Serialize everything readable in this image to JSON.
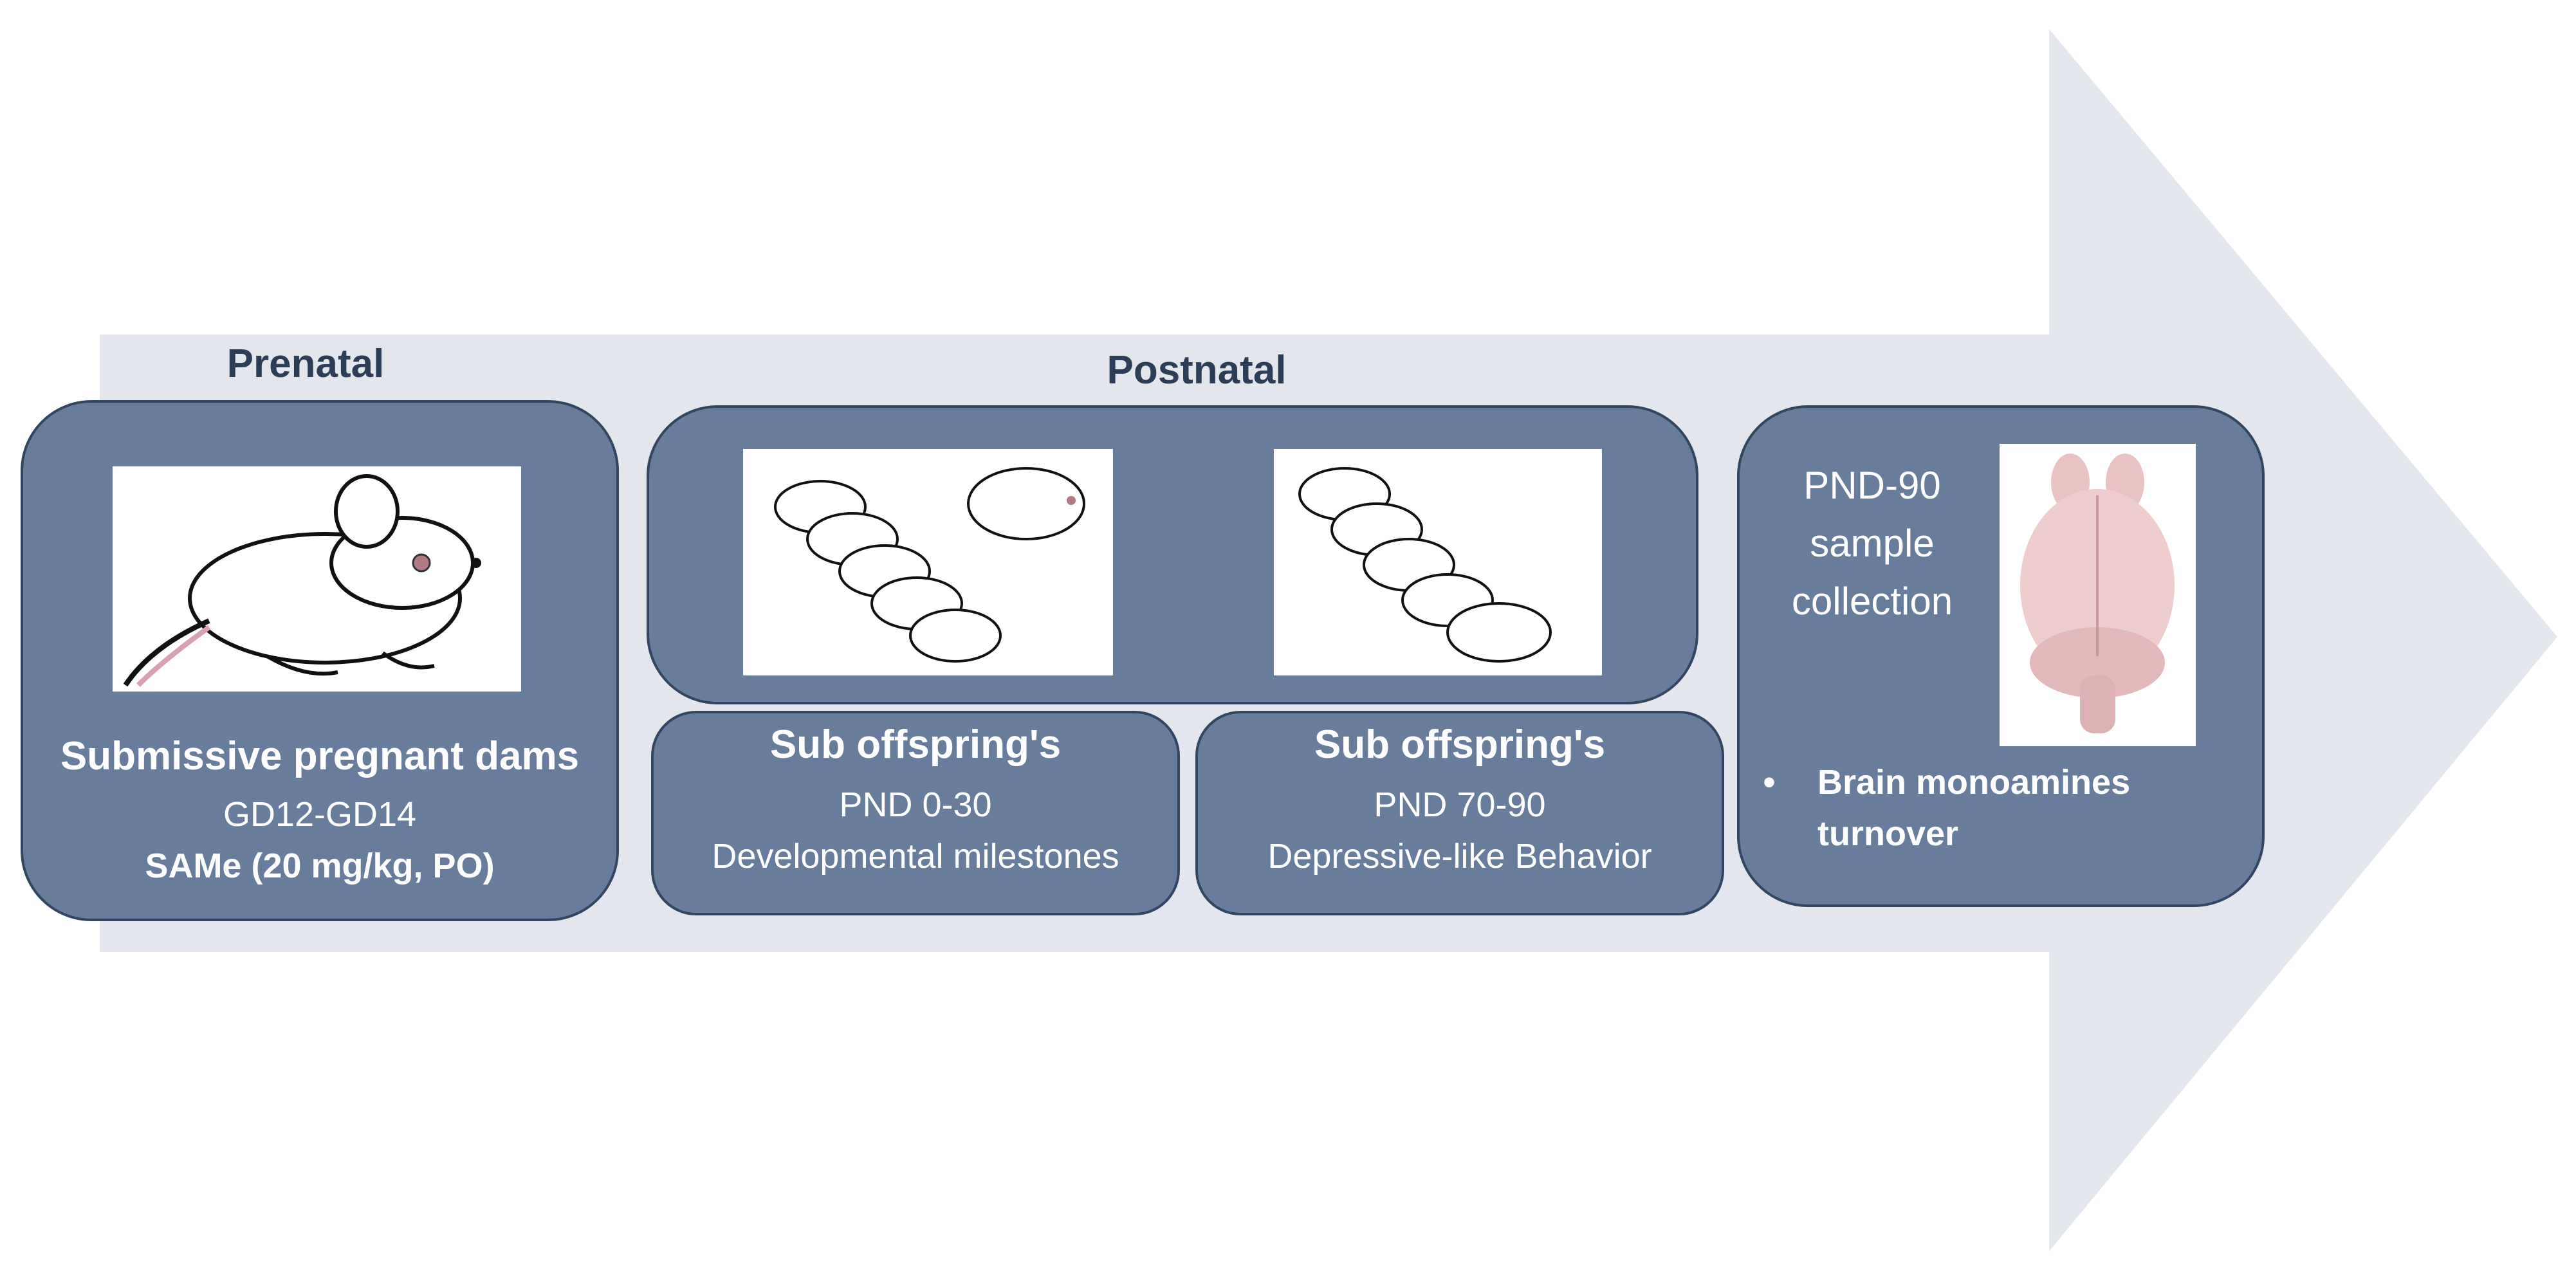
{
  "sections": {
    "prenatal": "Prenatal",
    "postnatal": "Postnatal"
  },
  "prenatal_panel": {
    "title": "Submissive pregnant dams",
    "days": "GD12-GD14",
    "treatment": "SAMe (20 mg/kg, PO)"
  },
  "postnatal_panels": [
    {
      "title": "Sub offspring's",
      "days": "PND 0-30",
      "assay": "Developmental milestones"
    },
    {
      "title": "Sub offspring's",
      "days": "PND 70-90",
      "assay": "Depressive-like Behavior"
    }
  ],
  "final_panel": {
    "line1": "PND-90",
    "line2": "sample",
    "line3": "collection",
    "bullet": "•",
    "bullet_line1": "Brain monoamines",
    "bullet_line2": "turnover"
  },
  "colors": {
    "arrow": "#e3e6ec",
    "panel": "#687d9c",
    "panel_border": "#33465f",
    "label": "#2c3e57"
  }
}
